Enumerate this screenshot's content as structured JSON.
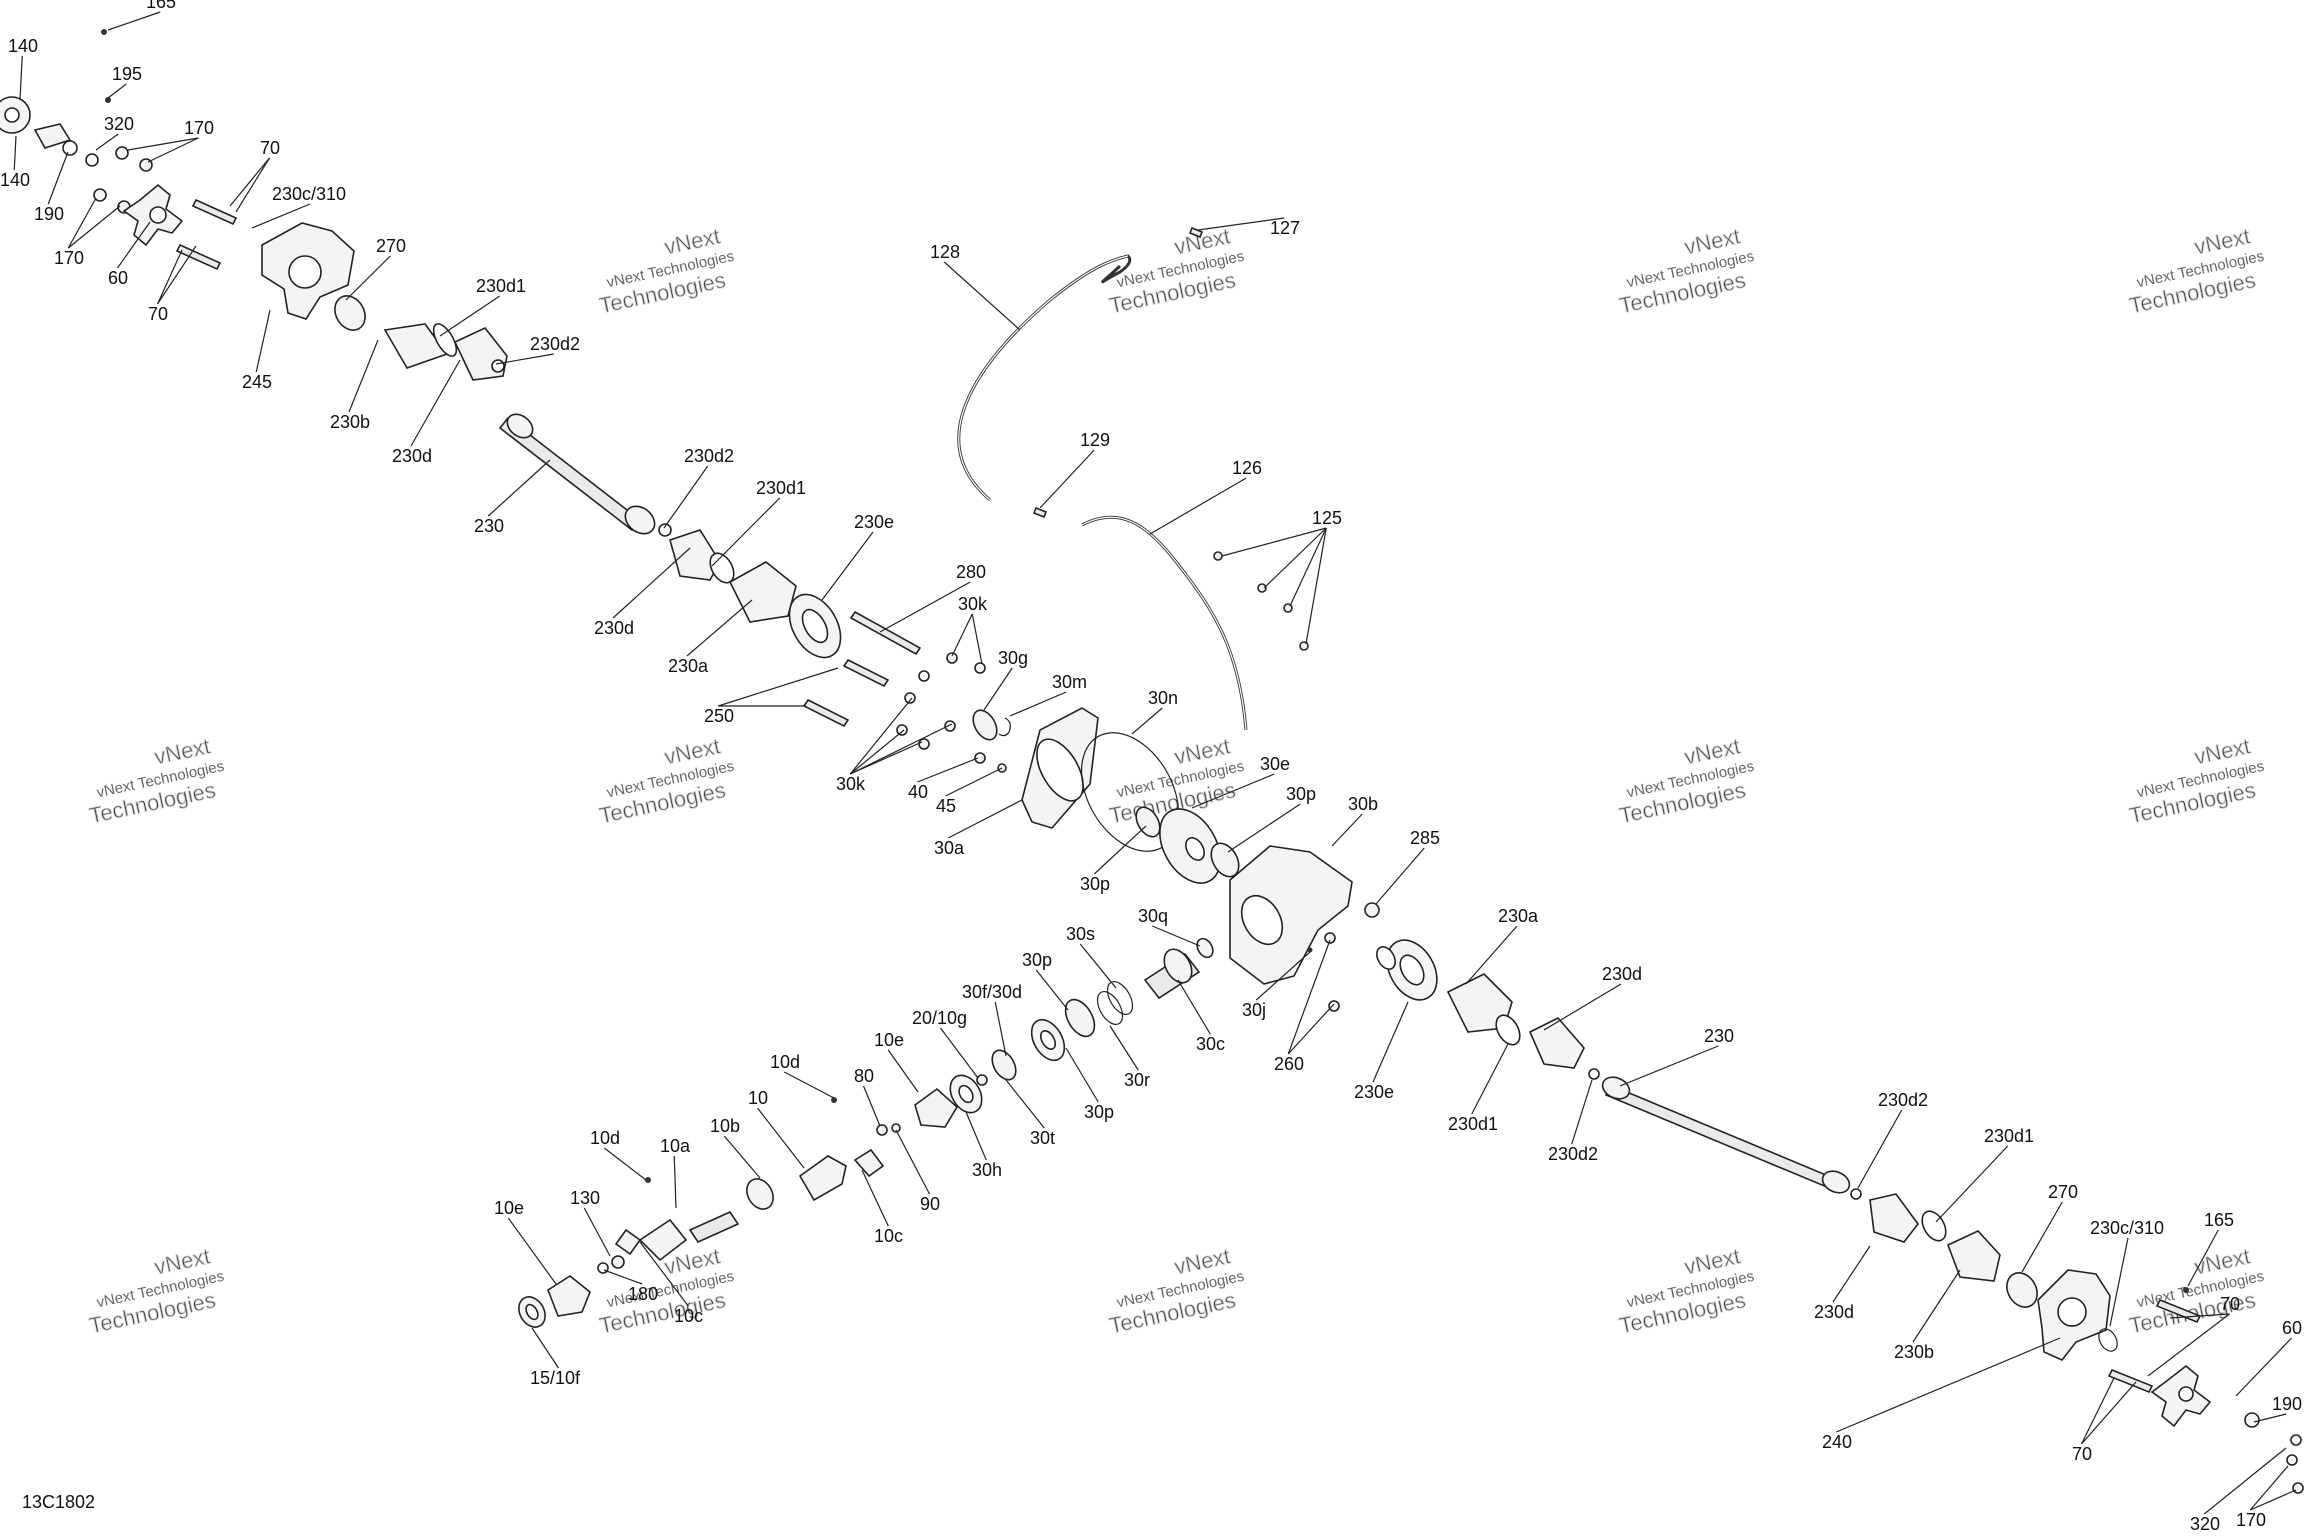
{
  "drawing_id": "13C1802",
  "watermark": {
    "brand": "vNext",
    "line1": "vNext Technologies",
    "line2": "Technologies"
  },
  "labels": [
    "165",
    "140",
    "195",
    "320",
    "170",
    "140",
    "190",
    "70",
    "170",
    "230c/310",
    "60",
    "70",
    "270",
    "230d1",
    "245",
    "230d2",
    "230b",
    "230d",
    "230",
    "230d2",
    "230d1",
    "230e",
    "230d",
    "230a",
    "128",
    "127",
    "129",
    "126",
    "125",
    "280",
    "30k",
    "30g",
    "30m",
    "250",
    "30n",
    "30k",
    "40",
    "45",
    "30a",
    "30e",
    "30p",
    "30b",
    "30p",
    "285",
    "30s",
    "30q",
    "230a",
    "30p",
    "30f/30d",
    "20/10g",
    "30j",
    "10e",
    "10d",
    "80",
    "10",
    "30c",
    "260",
    "230d",
    "230",
    "230e",
    "30r",
    "30p",
    "30t",
    "30h",
    "90",
    "10d",
    "10a",
    "10b",
    "10c",
    "230d1",
    "230d2",
    "230d2",
    "230d1",
    "10e",
    "130",
    "180",
    "10c",
    "15/10f",
    "270",
    "165",
    "230c/310",
    "230d",
    "230b",
    "70",
    "60",
    "190",
    "240",
    "70",
    "320",
    "170"
  ]
}
